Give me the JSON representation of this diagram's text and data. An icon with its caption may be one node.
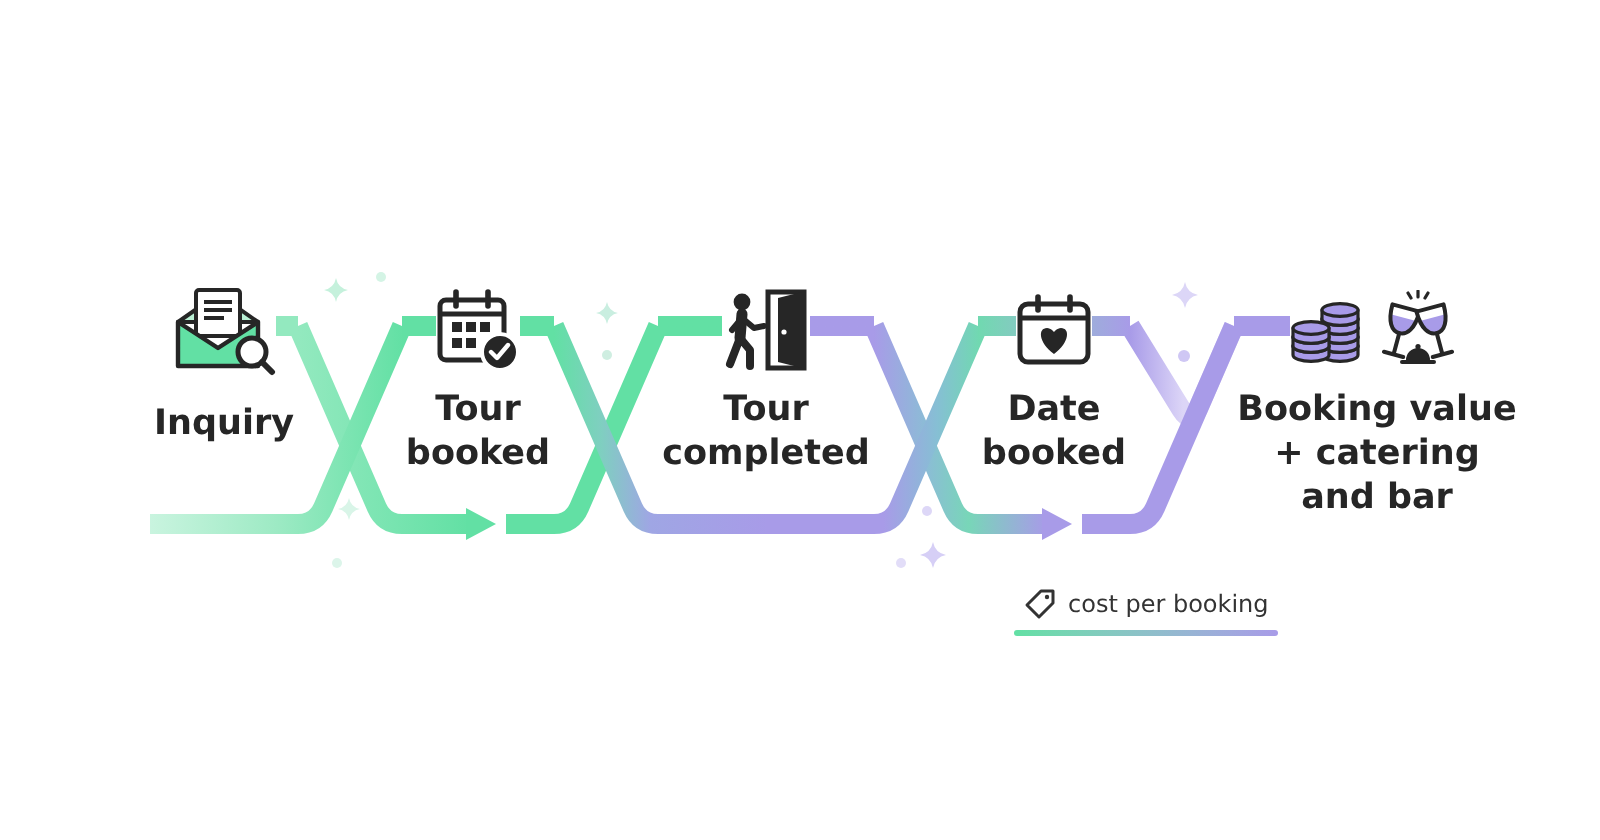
{
  "diagram": {
    "nodes": [
      {
        "text": [
          "Inquiry"
        ]
      },
      {
        "text": [
          "Tour booked"
        ]
      },
      {
        "text": [
          "Tour completed"
        ]
      },
      {
        "text": [
          "Date booked"
        ]
      },
      {
        "text": [
          "Booking value + catering and bar"
        ]
      }
    ],
    "edges": [
      {
        "from": 0,
        "to": 1,
        "arrow": "to"
      },
      {
        "from": null,
        "to": 1,
        "arrow": "none"
      },
      {
        "from": 1,
        "to": 2,
        "arrow": "none"
      },
      {
        "from": 1,
        "to": 2,
        "arrow": "none"
      },
      {
        "from": 2,
        "to": 3,
        "arrow": "to"
      },
      {
        "from": 2,
        "to": 3,
        "arrow": "none"
      },
      {
        "from": 3,
        "to": 4,
        "arrow": "none"
      },
      {
        "from": 3,
        "to": 4,
        "arrow": "none"
      }
    ],
    "legend": [
      {
        "text": "cost per booking"
      }
    ]
  }
}
